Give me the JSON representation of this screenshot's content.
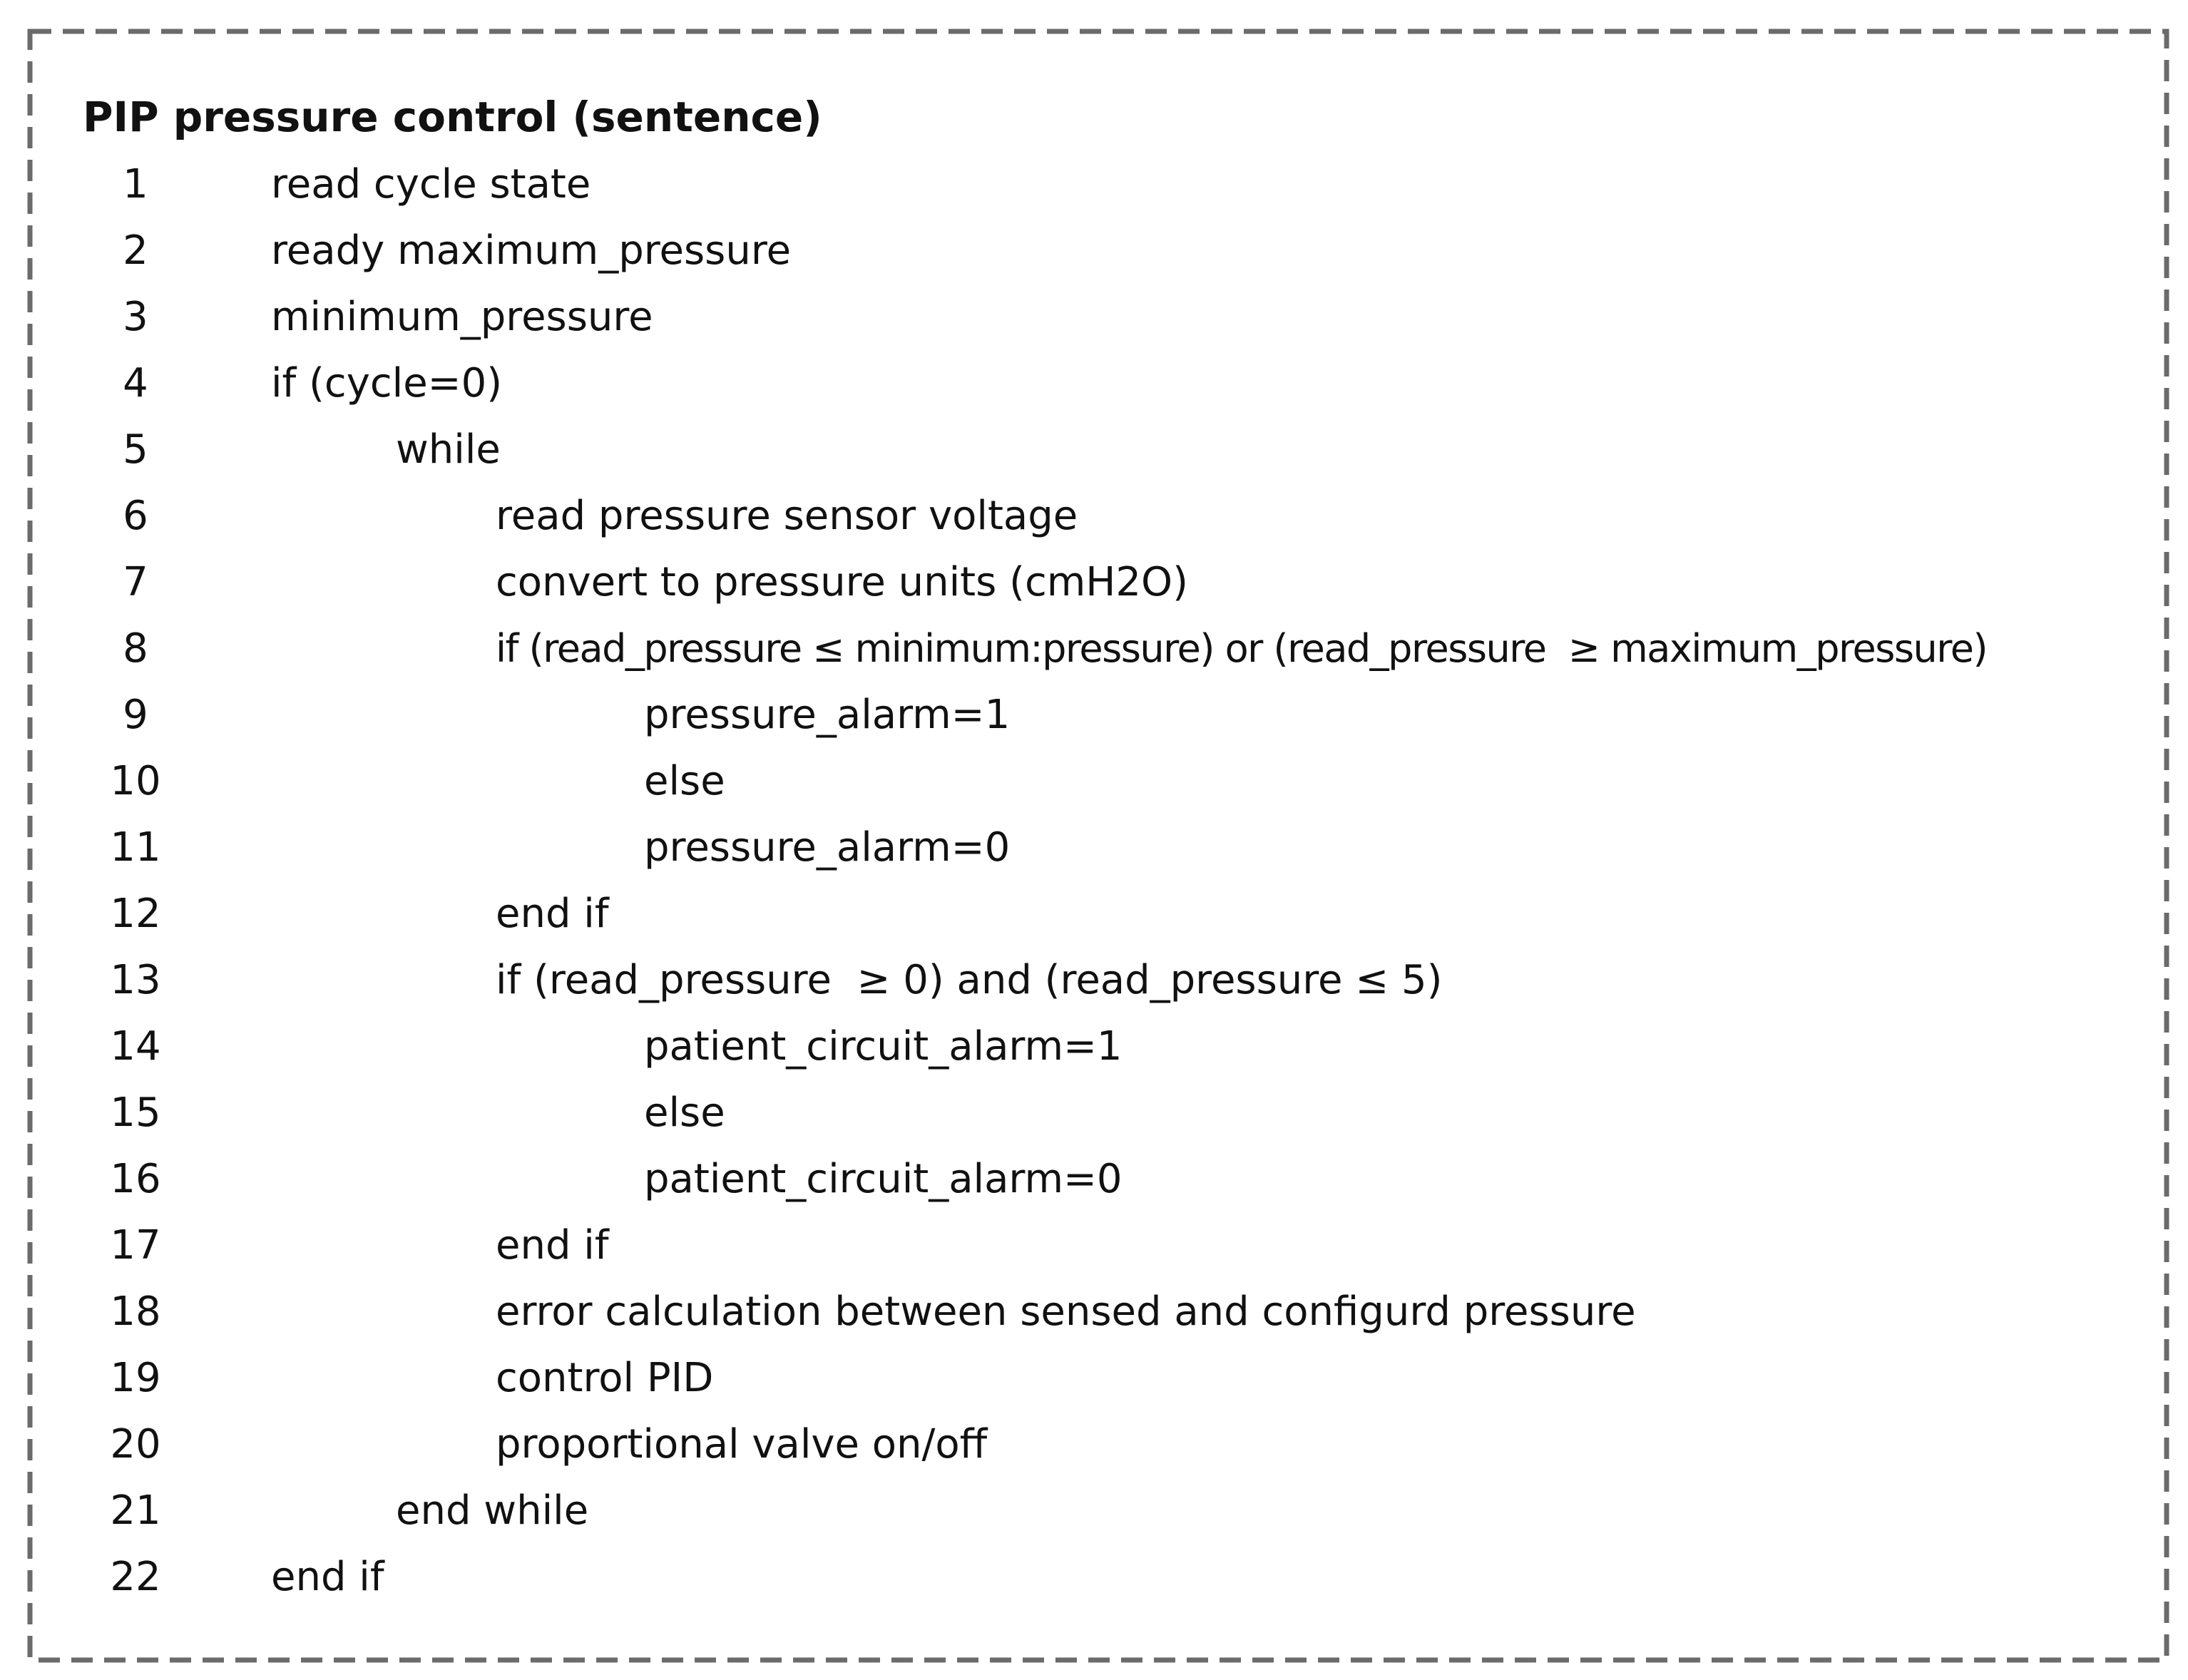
{
  "title": "PIP pressure control (sentence)",
  "lines": [
    {
      "number": "1",
      "text": "read cycle state"
    },
    {
      "number": "2",
      "text": "ready maximum_pressure"
    },
    {
      "number": "3",
      "text": "minimum_pressure"
    },
    {
      "number": "4",
      "text": "if (cycle=0)"
    },
    {
      "number": "5",
      "text": "while"
    },
    {
      "number": "6",
      "text": "read pressure sensor voltage"
    },
    {
      "number": "7",
      "text": "convert to pressure units (cmH2O)"
    },
    {
      "number": "8",
      "text": "if (read_pressure ≤ minimum:pressure) or (read_pressure  ≥ maximum_pressure)"
    },
    {
      "number": "9",
      "text": "pressure_alarm=1"
    },
    {
      "number": "10",
      "text": "else"
    },
    {
      "number": "11",
      "text": "pressure_alarm=0"
    },
    {
      "number": "12",
      "text": "end if"
    },
    {
      "number": "13",
      "text": "if (read_pressure  ≥ 0) and (read_pressure ≤ 5)"
    },
    {
      "number": "14",
      "text": "patient_circuit_alarm=1"
    },
    {
      "number": "15",
      "text": "else"
    },
    {
      "number": "16",
      "text": "patient_circuit_alarm=0"
    },
    {
      "number": "17",
      "text": "end if"
    },
    {
      "number": "18",
      "text": "error calculation between sensed and configurd pressure"
    },
    {
      "number": "19",
      "text": "control PID"
    },
    {
      "number": "20",
      "text": "proportional valve on/off"
    },
    {
      "number": "21",
      "text": "end while"
    },
    {
      "number": "22",
      "text": "end if"
    }
  ]
}
